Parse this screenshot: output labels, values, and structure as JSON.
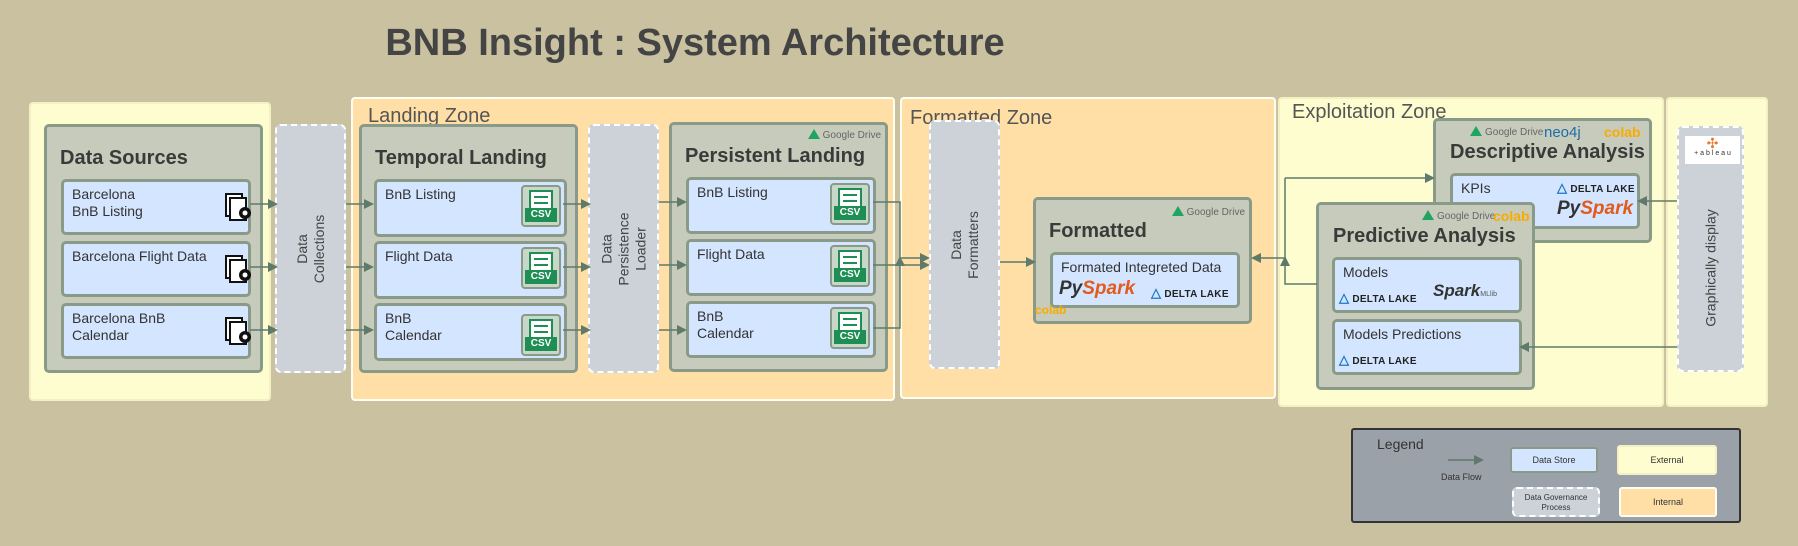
{
  "title": "BNB Insight : System Architecture",
  "zones": {
    "landing": "Landing Zone",
    "formatted": "Formatted Zone",
    "exploitation": "Exploitation Zone"
  },
  "data_sources": {
    "title": "Data Sources",
    "items": [
      "Barcelona\nBnB Listing",
      "Barcelona Flight Data",
      "Barcelona BnB\nCalendar"
    ]
  },
  "processes": {
    "collections": "Data\nCollections",
    "persistence_loader": "Data Persistence\nLoader",
    "formatters": "Data\nFormatters",
    "display": "Graphically display"
  },
  "temporal_landing": {
    "title": "Temporal Landing",
    "items": [
      "BnB Listing",
      "Flight Data",
      "BnB\nCalendar"
    ]
  },
  "persistent_landing": {
    "title": "Persistent Landing",
    "items": [
      "BnB Listing",
      "Flight Data",
      "BnB\nCalendar"
    ]
  },
  "csv_label": "CSV",
  "gdrive_label": "Google Drive",
  "formatted": {
    "title": "Formatted",
    "store": "Formated Integreted Data"
  },
  "descriptive": {
    "title": "Descriptive Analysis",
    "kpis": "KPIs"
  },
  "predictive": {
    "title": "Predictive Analysis",
    "models": "Models",
    "predictions": "Models Predictions"
  },
  "logos": {
    "delta": "DELTA LAKE",
    "pyspark_py": "Py",
    "pyspark_spark": "Spark",
    "spark": "Spark",
    "mllib": "MLlib",
    "colab": "colab",
    "neo4j": "neo4j",
    "tableau": "+ a b l e a u"
  },
  "legend": {
    "title": "Legend",
    "data_flow": "Data Flow",
    "data_store": "Data Store",
    "external": "External",
    "governance": "Data Governance\nProcess",
    "internal": "Internal"
  },
  "colors": {
    "background": "#c9c1a0",
    "external_zone": "#fdfdd0",
    "internal_zone": "#ffdfa6",
    "data_store": "#d4e6ff",
    "group": "#c7cbbb",
    "process": "#ccd2d8",
    "arrow": "#5f7a6a"
  }
}
